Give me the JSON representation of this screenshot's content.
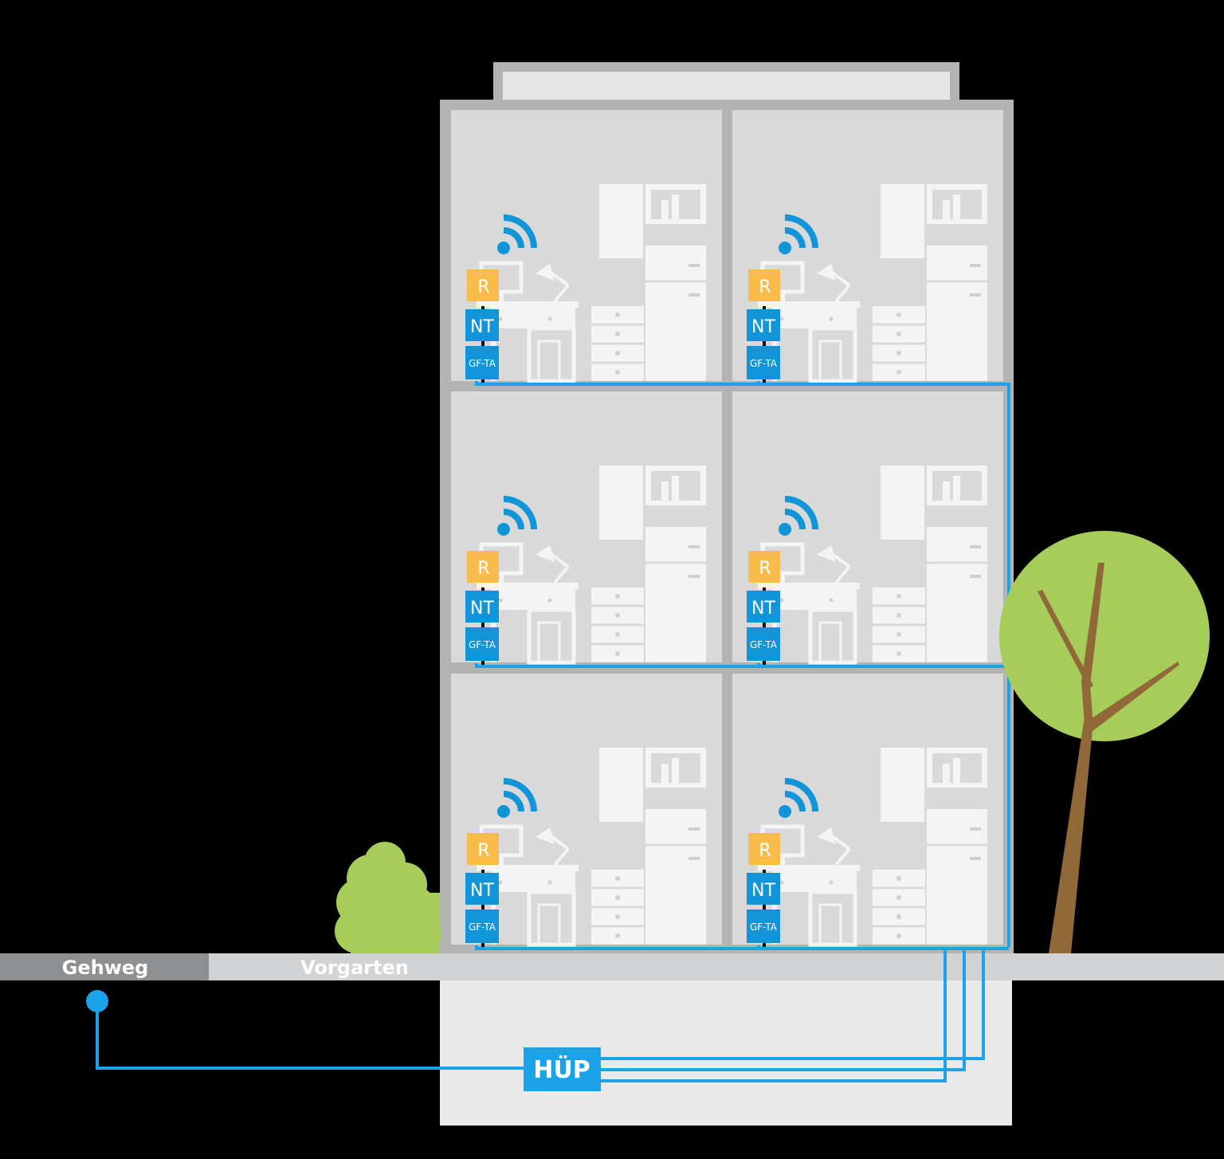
{
  "ground": {
    "sidewalk_label": "Gehweg",
    "front_yard_label": "Vorgarten"
  },
  "devices": {
    "router_label": "R",
    "nt_label": "NT",
    "gfta_label": "GF-TA",
    "hup_label": "HÜP"
  },
  "colors": {
    "background": "#000000",
    "fiber": "#1aa3e8",
    "router": "#f9bb4a",
    "nt_box": "#1195d8",
    "wall": "#b3b3b3",
    "room": "#d9d9d9",
    "furniture": "#f4f4f4",
    "tree_crown": "#a6cd5a",
    "tree_trunk": "#916838",
    "basement": "#e9e9e9",
    "sidewalk": "#8e8f91",
    "yard": "#d1d2d4"
  },
  "units": [
    {
      "id": "3-left"
    },
    {
      "id": "3-right"
    },
    {
      "id": "2-left"
    },
    {
      "id": "2-right"
    },
    {
      "id": "1-left"
    },
    {
      "id": "1-right"
    }
  ]
}
